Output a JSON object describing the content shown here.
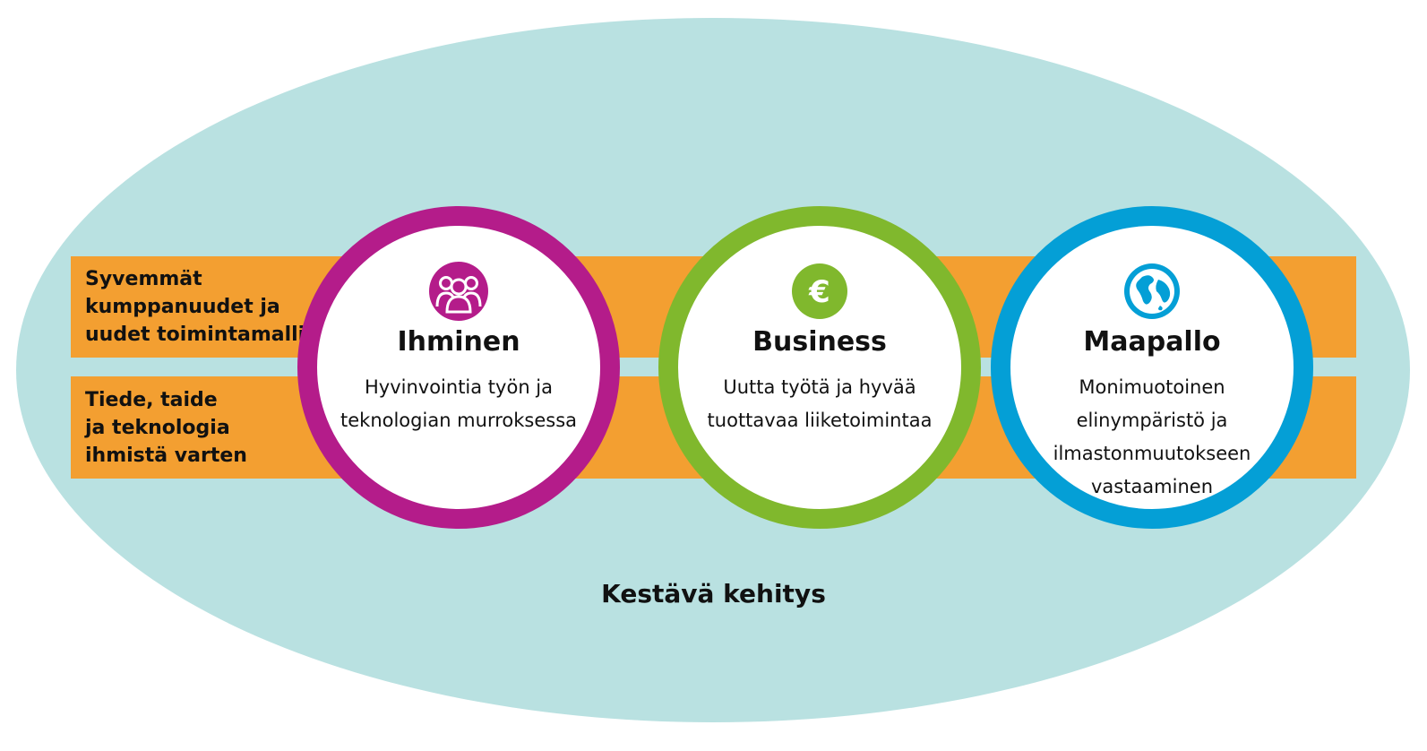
{
  "bands": [
    {
      "text": "Syvemmät\nkumppanuudet ja\nuudet toimintamallit"
    },
    {
      "text": "Tiede, taide\nja teknologia\nihmistä varten"
    }
  ],
  "circles": [
    {
      "title": "Ihminen",
      "description": "Hyvinvointia työn ja\nteknologian murroksessa",
      "icon": "people-icon",
      "color": "#b41c8a"
    },
    {
      "title": "Business",
      "description": "Uutta työtä ja hyvää\ntuottavaa liiketoimintaa",
      "icon": "euro-icon",
      "color": "#80b82d",
      "icon_symbol": "€"
    },
    {
      "title": "Maapallo",
      "description": "Monimuotoinen\nelinympäristö ja\nilmastonmuutokseen\nvastaaminen",
      "icon": "globe-icon",
      "color": "#049fd6"
    }
  ],
  "footer": {
    "label": "Kestävä kehitys"
  },
  "colors": {
    "background_ellipse": "#b9e1e1",
    "band": "#f39f31"
  }
}
